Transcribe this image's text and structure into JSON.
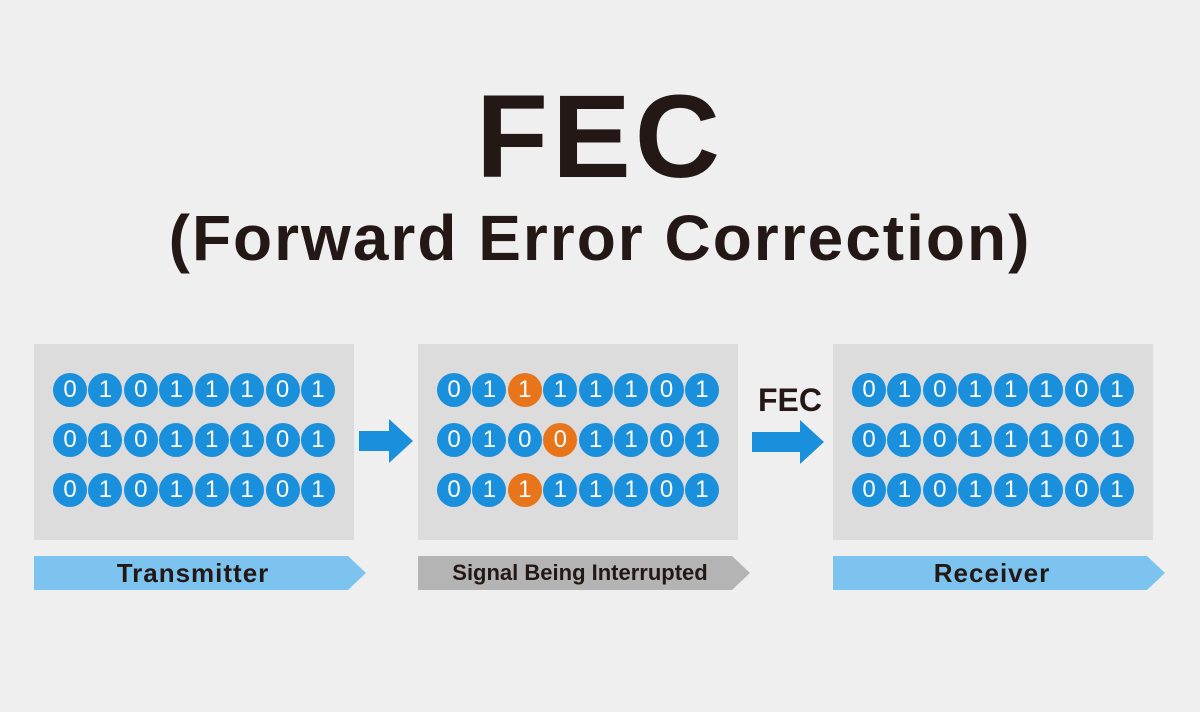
{
  "title": "FEC",
  "subtitle": "(Forward Error Correction)",
  "colors": {
    "bit": "#1a8fdc",
    "bit_error": "#e8751a",
    "panel": "#dcdcdc",
    "label_blue": "#7cc4ef",
    "label_gray": "#b4b4b4",
    "arrow": "#1a8fdc"
  },
  "stages": [
    {
      "label": "Transmitter",
      "rows": [
        [
          "0",
          "1",
          "0",
          "1",
          "1",
          "1",
          "0",
          "1"
        ],
        [
          "0",
          "1",
          "0",
          "1",
          "1",
          "1",
          "0",
          "1"
        ],
        [
          "0",
          "1",
          "0",
          "1",
          "1",
          "1",
          "0",
          "1"
        ]
      ],
      "errors": []
    },
    {
      "label": "Signal Being Interrupted",
      "rows": [
        [
          "0",
          "1",
          "1",
          "1",
          "1",
          "1",
          "0",
          "1"
        ],
        [
          "0",
          "1",
          "0",
          "0",
          "1",
          "1",
          "0",
          "1"
        ],
        [
          "0",
          "1",
          "1",
          "1",
          "1",
          "1",
          "0",
          "1"
        ]
      ],
      "errors": [
        [
          0,
          2
        ],
        [
          1,
          3
        ],
        [
          2,
          2
        ]
      ]
    },
    {
      "label": "Receiver",
      "rows": [
        [
          "0",
          "1",
          "0",
          "1",
          "1",
          "1",
          "0",
          "1"
        ],
        [
          "0",
          "1",
          "0",
          "1",
          "1",
          "1",
          "0",
          "1"
        ],
        [
          "0",
          "1",
          "0",
          "1",
          "1",
          "1",
          "0",
          "1"
        ]
      ],
      "errors": []
    }
  ],
  "arrows": {
    "fec_label": "FEC"
  }
}
